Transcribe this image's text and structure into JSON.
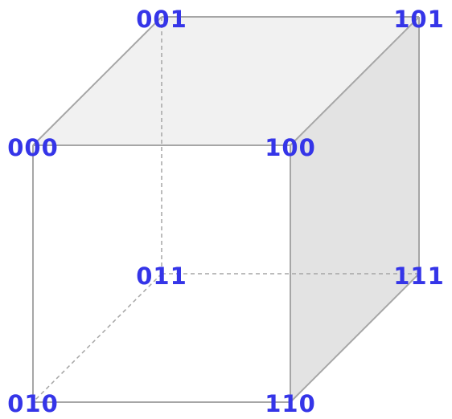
{
  "colors": {
    "label": "#3535e8",
    "edge": "#a6a6a6",
    "hidden_edge": "#a6a6a6",
    "top_face": "#f1f1f1",
    "side_face": "#e3e3e3"
  },
  "vertices": [
    {
      "id": "000",
      "label": "000"
    },
    {
      "id": "001",
      "label": "001"
    },
    {
      "id": "100",
      "label": "100"
    },
    {
      "id": "101",
      "label": "101"
    },
    {
      "id": "011",
      "label": "011"
    },
    {
      "id": "111",
      "label": "111"
    },
    {
      "id": "010",
      "label": "010"
    },
    {
      "id": "110",
      "label": "110"
    }
  ]
}
